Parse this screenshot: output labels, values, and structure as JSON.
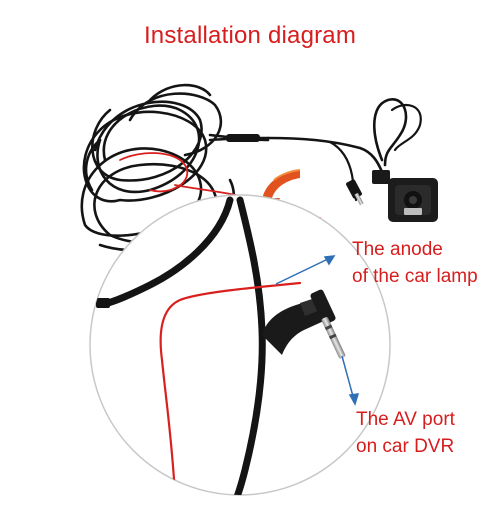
{
  "title": "Installation diagram",
  "callouts": {
    "anode": {
      "line1": "The anode",
      "line2": "of the car lamp"
    },
    "av_port": {
      "line1": "The AV port",
      "line2": "on car DVR"
    }
  },
  "colors": {
    "label_red": "#d71d1d",
    "cable_black": "#141414",
    "wire_red": "#d8211e",
    "arrow_orange": "#e2521e",
    "pointer_blue": "#2f6fb5",
    "zoom_circle": "#c8c8c8"
  }
}
